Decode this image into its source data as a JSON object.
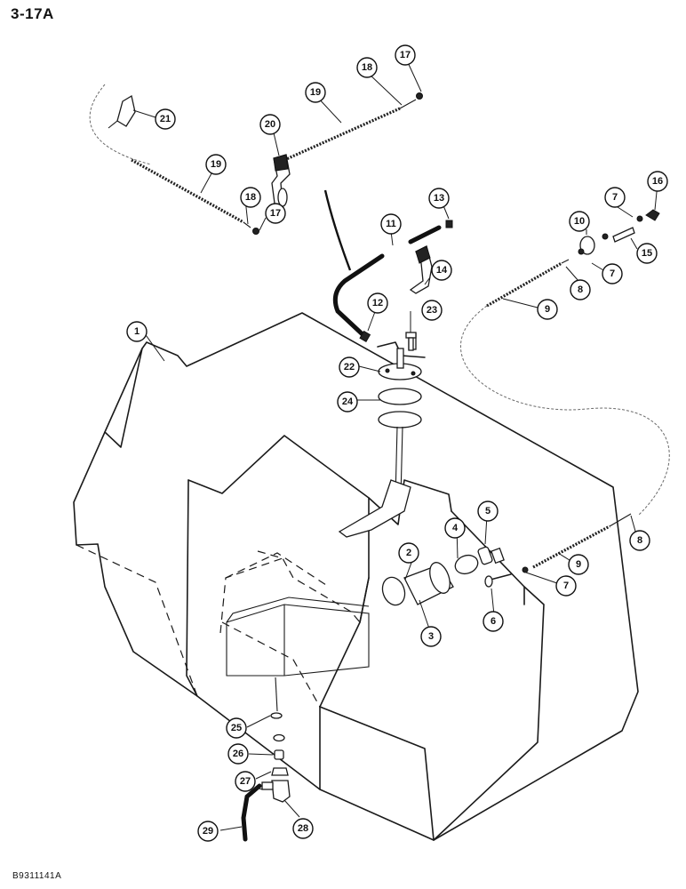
{
  "header": {
    "page_code": "3-17A"
  },
  "footer": {
    "figure_id": "B9311141A"
  },
  "callouts": [
    "1",
    "2",
    "3",
    "4",
    "5",
    "6",
    "7",
    "7",
    "7",
    "7",
    "8",
    "8",
    "9",
    "9",
    "10",
    "11",
    "12",
    "13",
    "14",
    "15",
    "16",
    "17",
    "17",
    "18",
    "18",
    "19",
    "19",
    "20",
    "21",
    "22",
    "23",
    "24",
    "25",
    "26",
    "27",
    "28",
    "29"
  ]
}
